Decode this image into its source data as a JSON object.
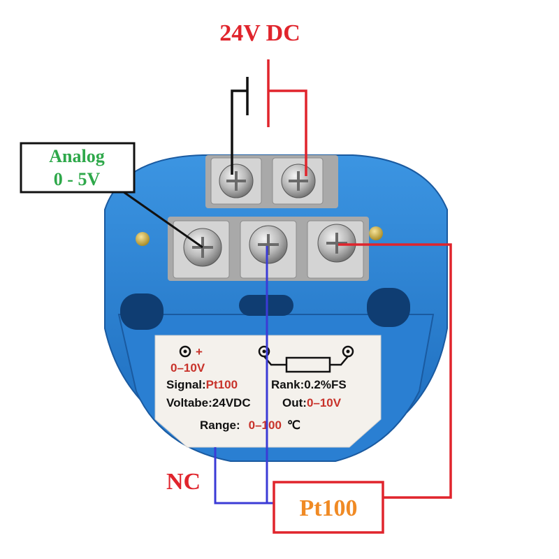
{
  "labels": {
    "supply": "24V DC",
    "analog_line1": "Analog",
    "analog_line2": "0 - 5V",
    "nc": "NC",
    "sensor": "Pt100"
  },
  "nameplate": {
    "plus": "+",
    "range_out": "0–10V",
    "signal_key": "Signal:",
    "signal_val": "Pt100",
    "rank": "Rank:0.2%FS",
    "voltage": "Voltabe:24VDC",
    "out_key": "Out:",
    "out_val": "0–10V",
    "range_key": "Range:",
    "range_val": "0–100",
    "unit": "℃"
  },
  "colors": {
    "red_wire": "#e0242c",
    "black_wire": "#111111",
    "blue_wire": "#3b3bd6",
    "module_blue": "#2f86d8",
    "green_text": "#2ea84a",
    "orange_text": "#f08a24",
    "plate_red": "#c8322a"
  }
}
